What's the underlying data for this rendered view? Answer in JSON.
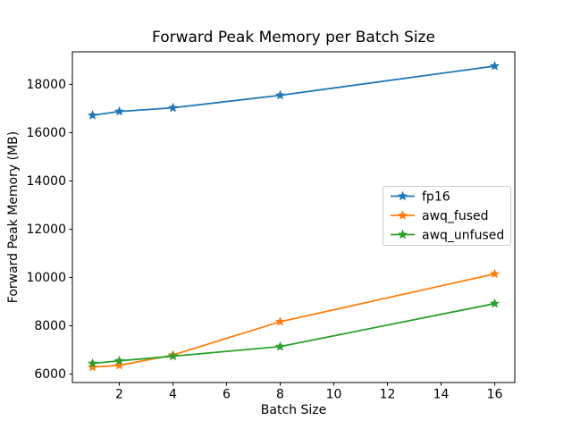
{
  "figure": {
    "title": "Forward Peak Memory per Batch Size",
    "xlabel": "Batch Size",
    "ylabel": "Forward Peak Memory (MB)",
    "background_color": "#ffffff",
    "spine_color": "#000000",
    "legend_border_color": "#cccccc"
  },
  "chart_data": {
    "type": "line",
    "title": "Forward Peak Memory per Batch Size",
    "xlabel": "Batch Size",
    "ylabel": "Forward Peak Memory (MB)",
    "x": [
      1,
      2,
      4,
      8,
      16
    ],
    "series": [
      {
        "name": "fp16",
        "color": "#1f77b4",
        "marker": "star",
        "values": [
          16720,
          16880,
          17030,
          17550,
          18760
        ]
      },
      {
        "name": "awq_fused",
        "color": "#ff7f0e",
        "marker": "star",
        "values": [
          6290,
          6360,
          6790,
          8170,
          10150
        ]
      },
      {
        "name": "awq_unfused",
        "color": "#2ca02c",
        "marker": "star",
        "values": [
          6440,
          6550,
          6740,
          7140,
          8920
        ]
      }
    ],
    "xticks": [
      2,
      4,
      6,
      8,
      10,
      12,
      14,
      16
    ],
    "yticks": [
      6000,
      8000,
      10000,
      12000,
      14000,
      16000,
      18000
    ],
    "xlim": [
      0.25,
      16.75
    ],
    "ylim": [
      5650,
      19350
    ],
    "grid": false,
    "legend_position": "center-right"
  }
}
